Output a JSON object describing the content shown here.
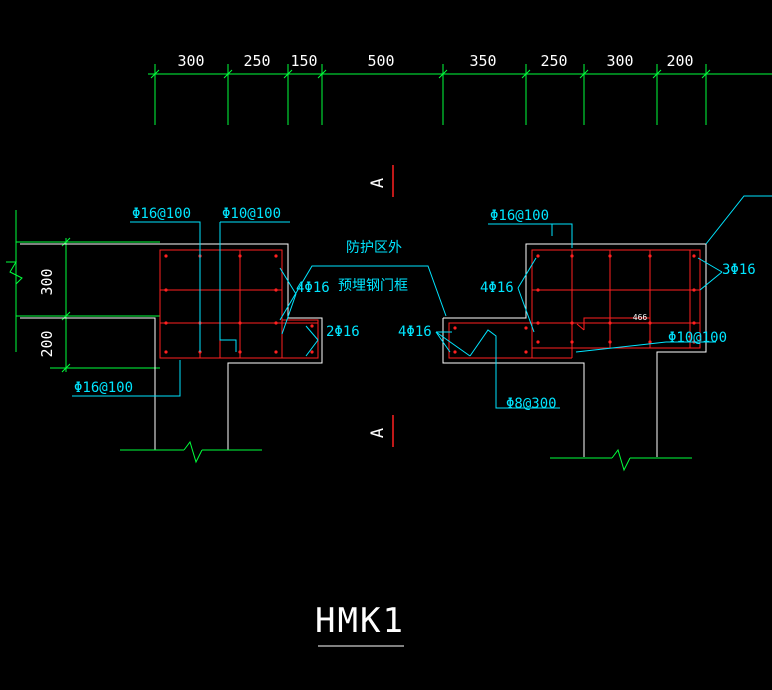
{
  "dimensions_top": [
    "300",
    "250",
    "150",
    "500",
    "350",
    "250",
    "300",
    "200"
  ],
  "dimensions_left": [
    "300",
    "200"
  ],
  "callouts": {
    "left_top_1": "Φ16@100",
    "left_top_2": "Φ10@100",
    "left_bottom": "Φ16@100",
    "left_4phi16": "4Φ16",
    "left_2phi16": "2Φ16",
    "right_top": "Φ16@100",
    "right_4phi16_top": "4Φ16",
    "right_4phi16_mid": "4Φ16",
    "right_3phi16": "3Φ16",
    "right_phi10": "Φ10@100",
    "right_phi8": "Φ8@300",
    "right_small_dim": "466"
  },
  "notes": {
    "line1": "防护区外",
    "line2": "预埋钢门框"
  },
  "section_mark": "A",
  "drawing_title": "HMK1"
}
